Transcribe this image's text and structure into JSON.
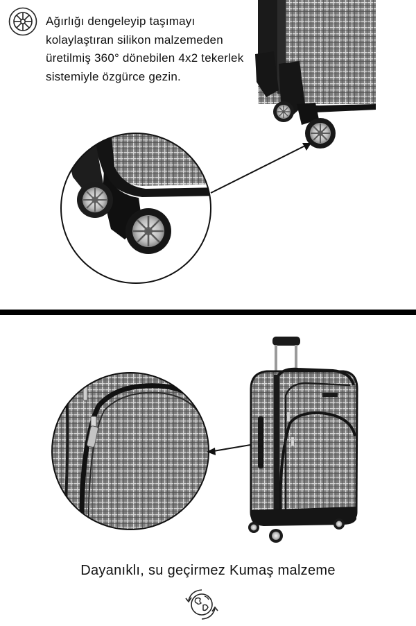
{
  "features": [
    {
      "id": "wheels",
      "icon": "wheel-icon",
      "text": "Ağırlığı dengeleyip taşımayı kolaylaştıran silikon malzemeden üretilmiş 360° dönebilen 4x2 tekerlek sistemiyle özgürce gezin."
    },
    {
      "id": "fabric",
      "icon": "globe-recycle-icon",
      "text": "Dayanıklı, su geçirmez Kumaş malzeme"
    }
  ],
  "colors": {
    "fabric": "#8d8d8d",
    "trim": "#151515",
    "divider": "#000000",
    "background": "#ffffff"
  }
}
